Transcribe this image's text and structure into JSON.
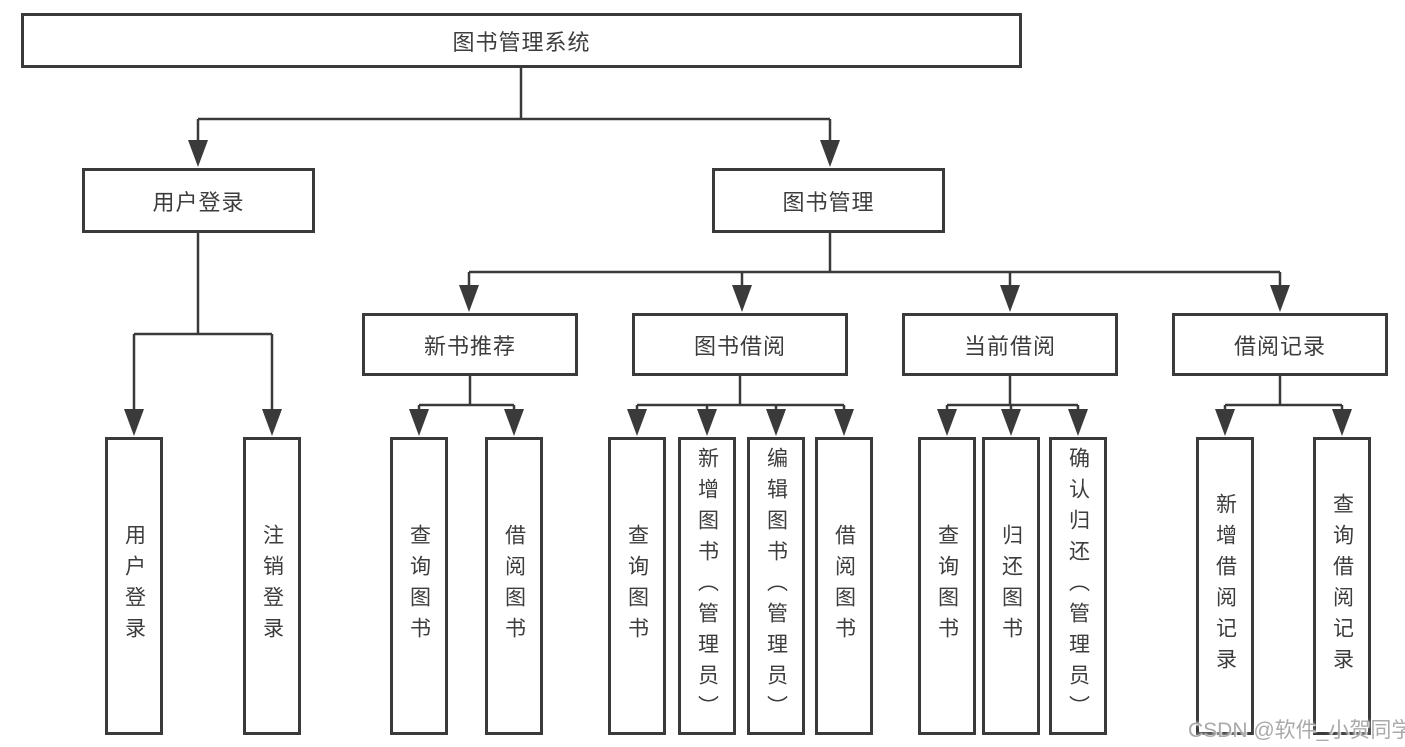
{
  "diagram": {
    "root": {
      "label": "图书管理系统"
    },
    "branches": [
      {
        "label": "用户登录",
        "children": [
          "用户登录",
          "注销登录"
        ]
      },
      {
        "label": "图书管理",
        "sections": [
          {
            "label": "新书推荐",
            "children": [
              "查询图书",
              "借阅图书"
            ]
          },
          {
            "label": "图书借阅",
            "children": [
              "查询图书",
              "新增图书（管理员）",
              "编辑图书（管理员）",
              "借阅图书"
            ]
          },
          {
            "label": "当前借阅",
            "children": [
              "查询图书",
              "归还图书",
              "确认归还（管理员）"
            ]
          },
          {
            "label": "借阅记录",
            "children": [
              "新增借阅记录",
              "查询借阅记录"
            ]
          }
        ]
      }
    ]
  },
  "watermark": {
    "text": "CSDN @软件_小贺同学"
  },
  "colors": {
    "line": "#3a3a3a",
    "text": "#3d3d3d",
    "background": "#ffffff",
    "watermark": "#a5a5a5"
  }
}
